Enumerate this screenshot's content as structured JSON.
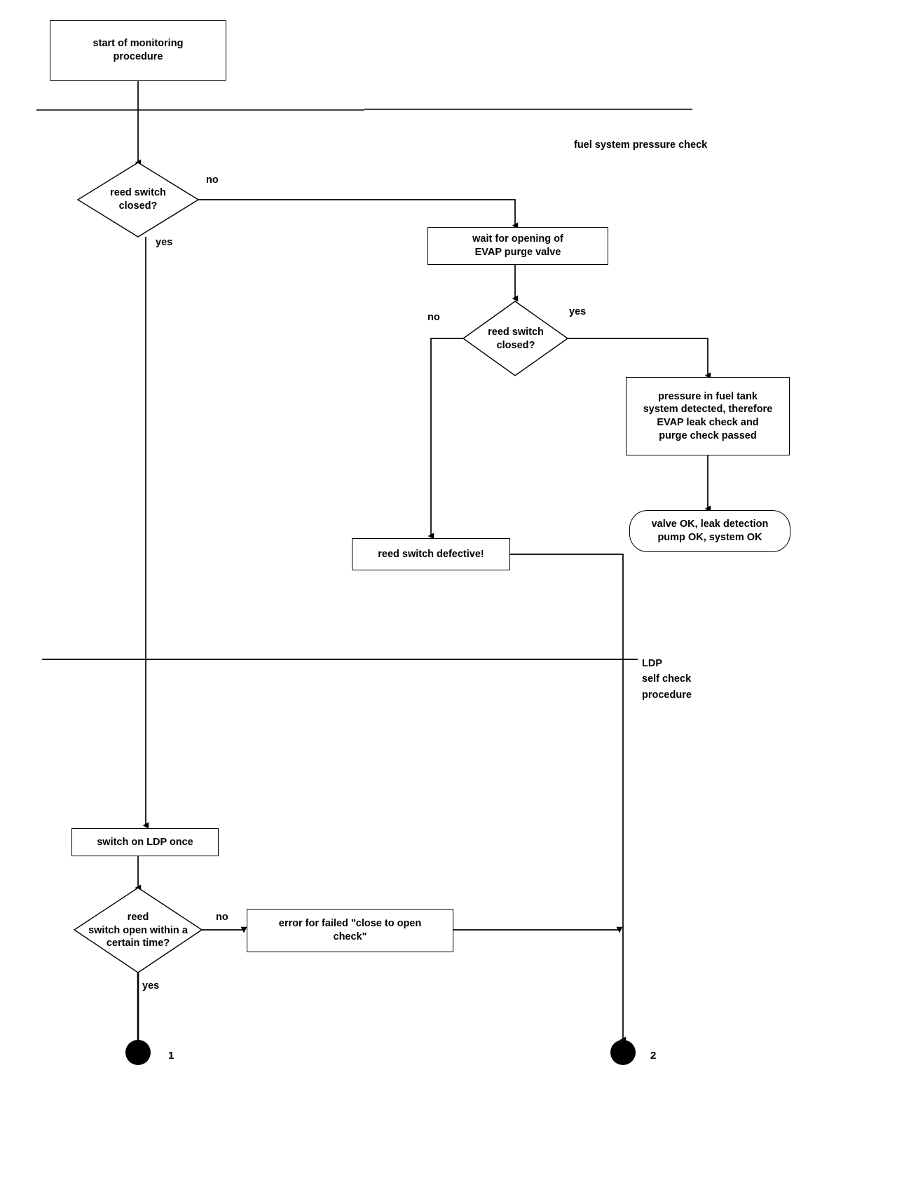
{
  "diagram": {
    "title_text": "",
    "type": "flowchart",
    "stroke_color": "#000000",
    "fill_color": "#ffffff",
    "nodes": [
      {
        "id": "start",
        "shape": "process",
        "text": "start of monitoring\nprocedure"
      },
      {
        "id": "reed1",
        "shape": "decision",
        "text": "reed switch\nclosed?"
      },
      {
        "id": "wait_evap",
        "shape": "process",
        "text": "wait for opening of\nEVAP purge valve"
      },
      {
        "id": "reed2",
        "shape": "decision",
        "text": "reed switch\nclosed?"
      },
      {
        "id": "pressure_ok",
        "shape": "process",
        "text": "pressure in fuel  tank\nsystem detected, therefore\nEVAP leak check and\npurge check passed"
      },
      {
        "id": "valve_ok",
        "shape": "terminal",
        "text": "valve OK, leak detection\npump OK, system OK"
      },
      {
        "id": "reed_def",
        "shape": "process",
        "text": "reed switch defective!"
      },
      {
        "id": "switch_ldp",
        "shape": "process",
        "text": "switch on LDP once"
      },
      {
        "id": "reed3",
        "shape": "decision",
        "text": "reed\nswitch open within  a\ncertain time?"
      },
      {
        "id": "error_close",
        "shape": "process",
        "text": "error for failed \"close to open\ncheck\""
      }
    ],
    "edge_labels": {
      "reed1_no": "no",
      "reed1_yes": "yes",
      "reed2_no": "no",
      "reed2_yes": "yes",
      "reed3_no": "no",
      "reed3_yes": "yes"
    },
    "swimlanes": [
      {
        "id": "lane_fuel",
        "label": "fuel system pressure check"
      },
      {
        "id": "lane_ldp",
        "label": "LDP\nself check\nprocedure"
      }
    ],
    "end_markers": [
      {
        "id": "end1",
        "label": "1"
      },
      {
        "id": "end2",
        "label": "2"
      }
    ]
  }
}
